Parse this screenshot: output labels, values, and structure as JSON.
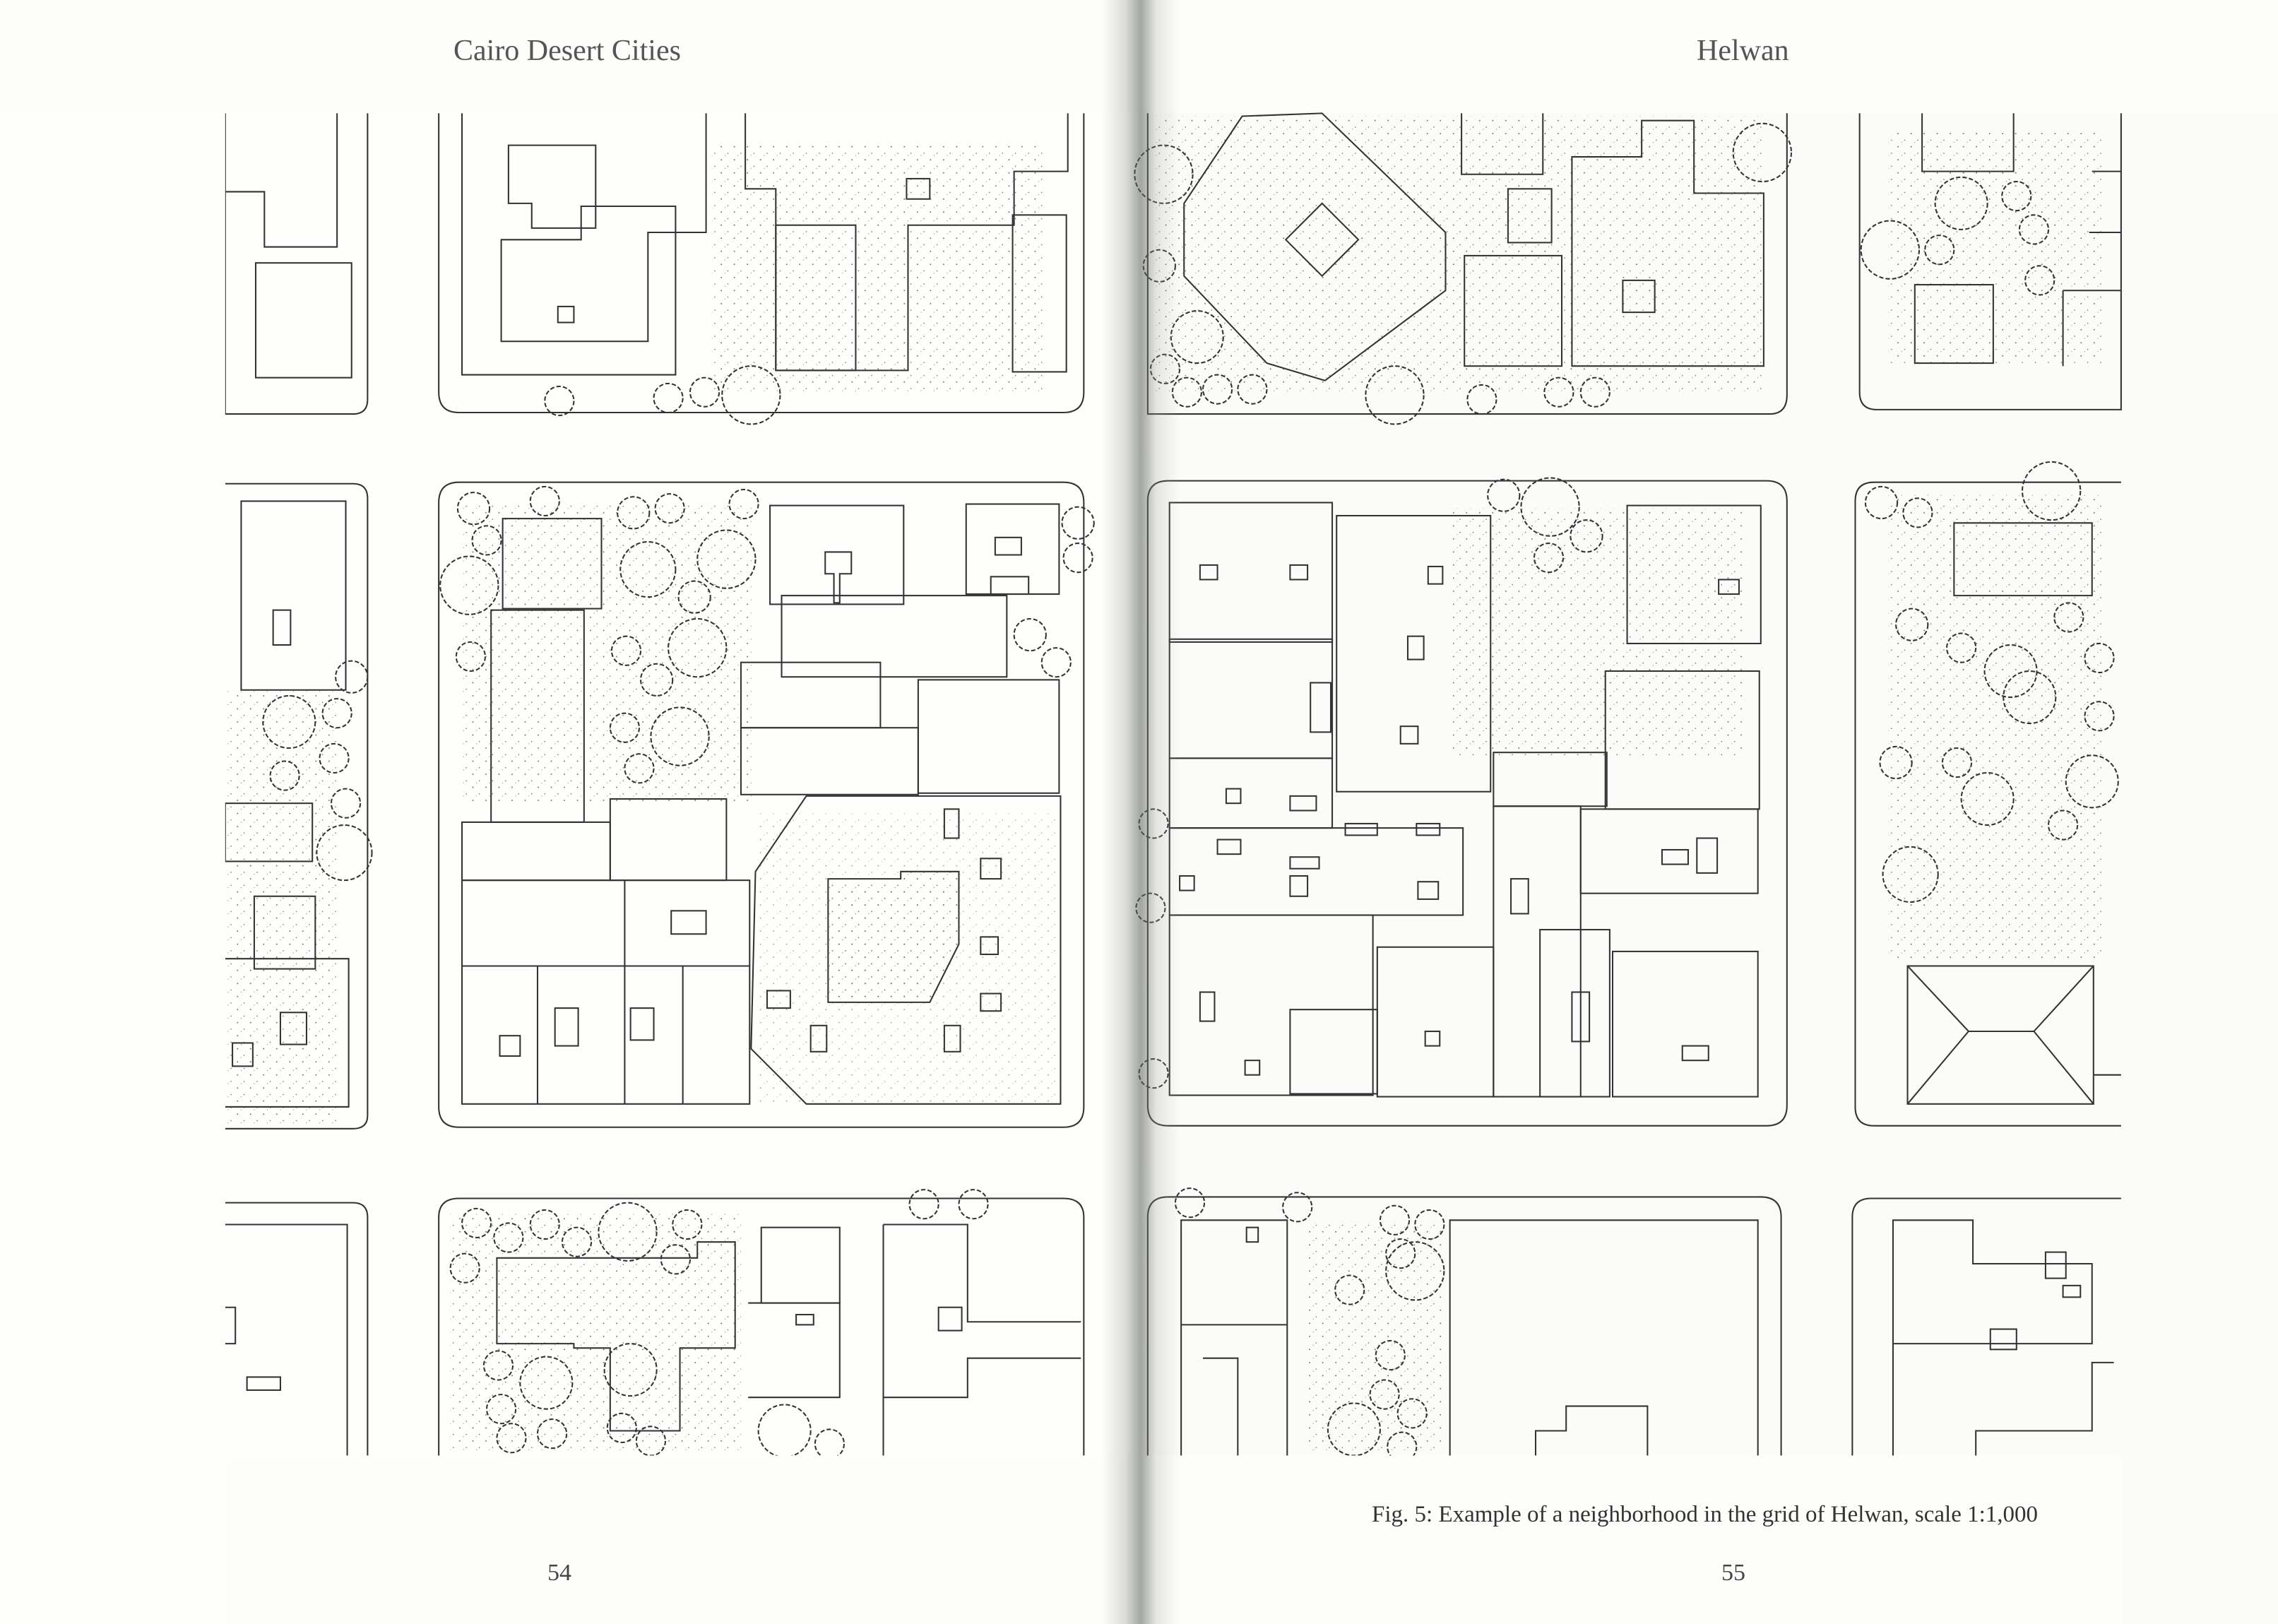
{
  "left_page": {
    "running_head": "Cairo Desert Cities",
    "page_number": "54"
  },
  "right_page": {
    "running_head": "Helwan",
    "page_number": "55"
  },
  "figure": {
    "caption": "Fig. 5: Example of a neighborhood in the grid of Helwan, scale 1:1,000"
  }
}
